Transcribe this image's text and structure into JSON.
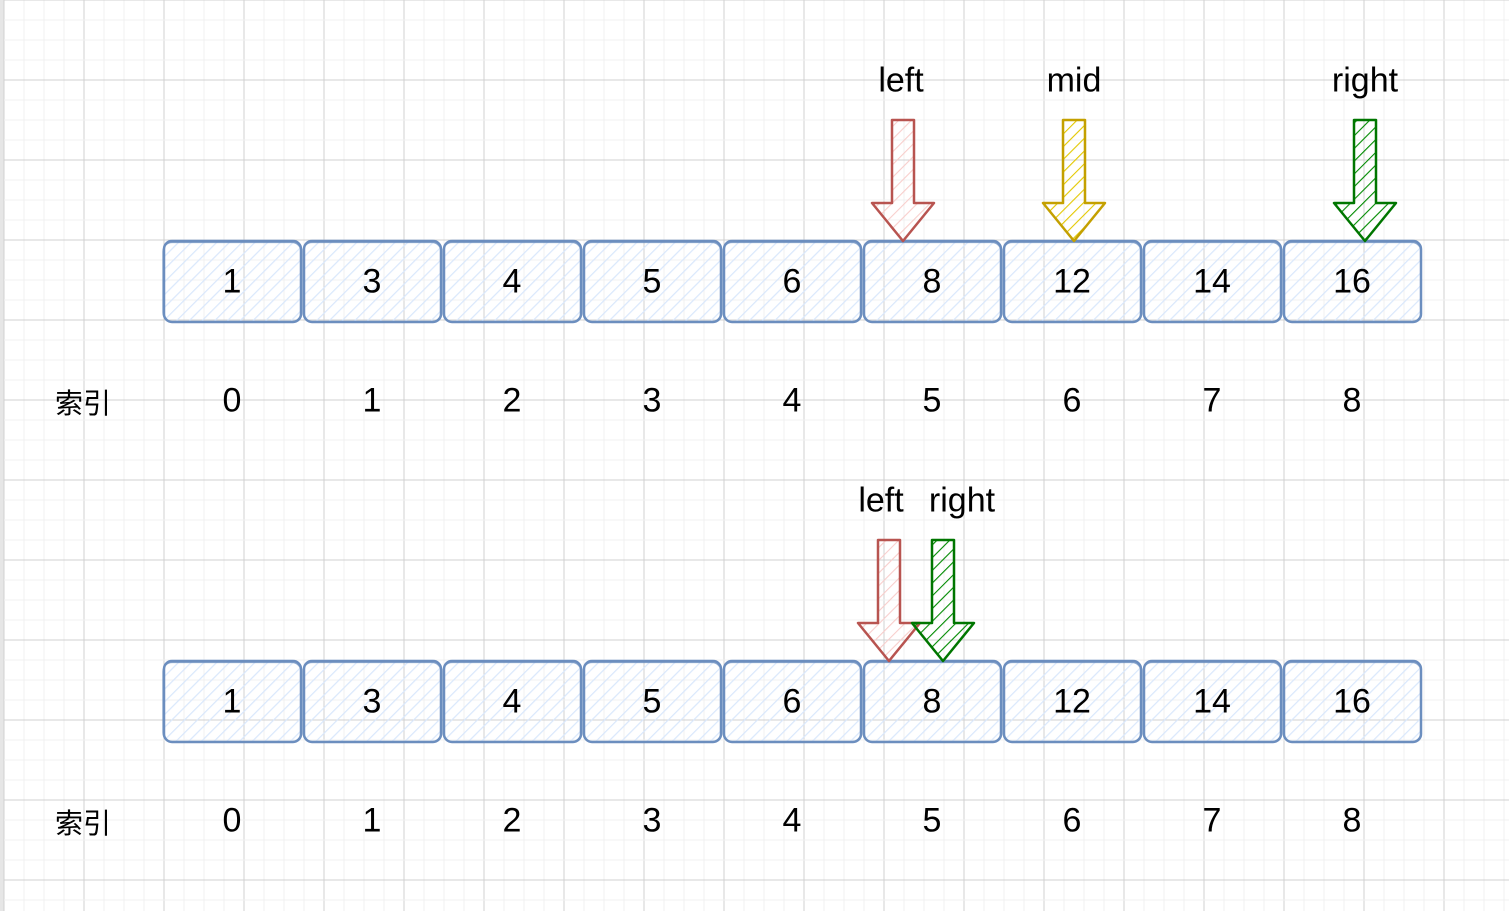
{
  "rows": [
    {
      "values": [
        "1",
        "3",
        "4",
        "5",
        "6",
        "8",
        "12",
        "14",
        "16"
      ],
      "index_label": "索引",
      "indices": [
        "0",
        "1",
        "2",
        "3",
        "4",
        "5",
        "6",
        "7",
        "8"
      ],
      "pointers": [
        {
          "label": "left",
          "cell": 5,
          "color": "#b85450",
          "fill": "#f8cecc"
        },
        {
          "label": "mid",
          "cell": 6,
          "color": "#c4a000",
          "fill": "#e3c800"
        },
        {
          "label": "right",
          "cell": 8,
          "color": "#007600",
          "fill": "#008a00"
        }
      ]
    },
    {
      "values": [
        "1",
        "3",
        "4",
        "5",
        "6",
        "8",
        "12",
        "14",
        "16"
      ],
      "index_label": "索引",
      "indices": [
        "0",
        "1",
        "2",
        "3",
        "4",
        "5",
        "6",
        "7",
        "8"
      ],
      "pointers": [
        {
          "label": "left",
          "cell": 5,
          "color": "#b85450",
          "fill": "#f8cecc"
        },
        {
          "label": "right",
          "cell": 5,
          "color": "#007600",
          "fill": "#008a00"
        }
      ]
    }
  ],
  "colors": {
    "cell_stroke": "#6c8ebf",
    "cell_fill": "#dae8fc",
    "grid_major": "#d0d0d0",
    "grid_minor": "#f0f0f0"
  }
}
